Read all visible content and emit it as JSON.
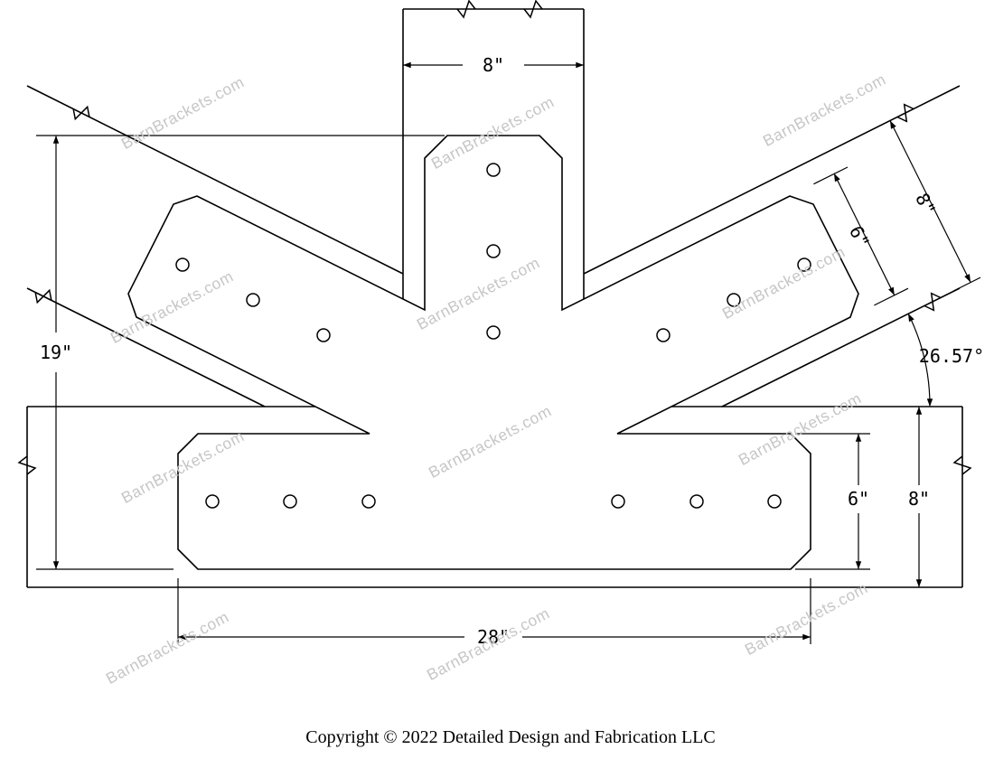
{
  "theme": {
    "line_color": "#000000",
    "watermark_color": "#c6c6c6",
    "plate_fill": "#ffffff",
    "background": "#ffffff"
  },
  "watermark": {
    "text": "BarnBrackets.com"
  },
  "dimensions": {
    "post_width_top": "8\"",
    "overall_plate_height": "19\"",
    "diag_plate_width": "6\"",
    "diag_member_width": "8\"",
    "brace_angle": "26.57°",
    "strip_plate_height": "6\"",
    "chord_height": "8\"",
    "strip_plate_length": "28\""
  },
  "footer": {
    "copyright": "Copyright © 2022 Detailed Design and Fabrication LLC"
  }
}
